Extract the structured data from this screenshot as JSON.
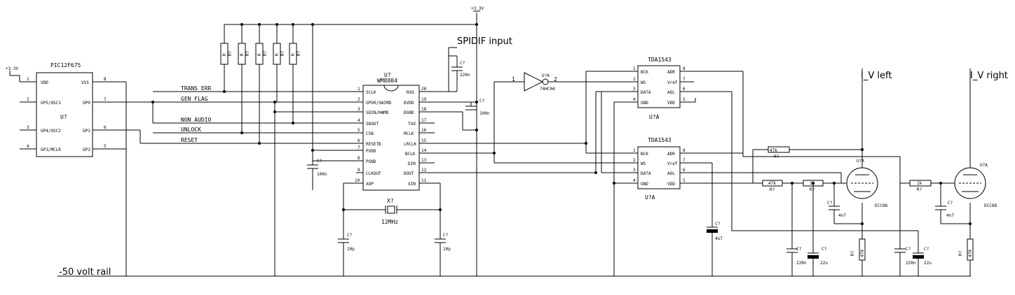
{
  "supply": {
    "vdd_label": "+3.3V",
    "rail_label": "-50 volt rail"
  },
  "pic": {
    "part": "PIC12F675",
    "ref": "U?",
    "left_pins": [
      {
        "num": "1",
        "name": "VDD"
      },
      {
        "num": "2",
        "name": "GP5/OSC1"
      },
      {
        "num": "3",
        "name": "GP4/OSC2"
      },
      {
        "num": "4",
        "name": "GP3/MCLR"
      }
    ],
    "right_pins": [
      {
        "num": "8",
        "name": "VSS"
      },
      {
        "num": "7",
        "name": "GP0"
      },
      {
        "num": "6",
        "name": "GP1"
      },
      {
        "num": "5",
        "name": "GP2"
      }
    ]
  },
  "nets": [
    "TRANS_ERR",
    "GEN_FLAG",
    "NON_AUDIO",
    "UNLOCK",
    "RESET"
  ],
  "pullups": [
    {
      "ref": "R?",
      "value": "R"
    },
    {
      "ref": "R?",
      "value": "R"
    },
    {
      "ref": "R?",
      "value": "R"
    },
    {
      "ref": "R?",
      "value": "R"
    },
    {
      "ref": "R?",
      "value": "R"
    }
  ],
  "receiver": {
    "part": "WM8804",
    "ref": "U?",
    "left_pins": [
      {
        "num": "1",
        "name": "SCLK"
      },
      {
        "num": "2",
        "name": "GPO0/SWIMD"
      },
      {
        "num": "3",
        "name": "SDIN/HWMD"
      },
      {
        "num": "4",
        "name": "SDOUT"
      },
      {
        "num": "5",
        "name": "CSB"
      },
      {
        "num": "6",
        "name": "RESETB"
      },
      {
        "num": "7",
        "name": "PVDD"
      },
      {
        "num": "8",
        "name": "PGND"
      },
      {
        "num": "9",
        "name": "CLKOUT"
      },
      {
        "num": "10",
        "name": "XOP"
      }
    ],
    "right_pins": [
      {
        "num": "20",
        "name": "RXO"
      },
      {
        "num": "19",
        "name": "DVDD"
      },
      {
        "num": "18",
        "name": "DGND"
      },
      {
        "num": "17",
        "name": "TXO"
      },
      {
        "num": "16",
        "name": "MCLK"
      },
      {
        "num": "15",
        "name": "LRCLK"
      },
      {
        "num": "14",
        "name": "BCLK"
      },
      {
        "num": "13",
        "name": "DIN"
      },
      {
        "num": "12",
        "name": "DOUT"
      },
      {
        "num": "11",
        "name": "XIN"
      }
    ]
  },
  "spdif_label": "SPIDIF input",
  "caps": {
    "c_in": {
      "ref": "C?",
      "value": "220n"
    },
    "c_dvdd": {
      "ref": "C?",
      "value": "100n"
    },
    "c_pvdd": {
      "ref": "C?",
      "value": "100n"
    },
    "c_x1": {
      "ref": "C?",
      "value": "10p"
    },
    "c_x2": {
      "ref": "C?",
      "value": "10p"
    },
    "c_vref": {
      "ref": "C?",
      "value": "4u7"
    },
    "c_l1": {
      "ref": "C?",
      "value": "4n7"
    },
    "c_l2": {
      "ref": "C?",
      "value": "220n"
    },
    "c_l3": {
      "ref": "C?",
      "value": "22u"
    },
    "c_r1": {
      "ref": "C?",
      "value": "4n7"
    },
    "c_r2": {
      "ref": "C?",
      "value": "220n"
    },
    "c_r3": {
      "ref": "C?",
      "value": "22u"
    }
  },
  "crystal": {
    "ref": "X?",
    "value": "12MHz"
  },
  "inverter": {
    "ref": "U?A",
    "part": "74HC04",
    "pin_in": "1",
    "pin_out": "2"
  },
  "dacs": [
    {
      "part": "TDA1543",
      "ref": "U?A",
      "left_pins": [
        {
          "num": "1",
          "name": "BCK"
        },
        {
          "num": "2",
          "name": "WS"
        },
        {
          "num": "3",
          "name": "DATA"
        },
        {
          "num": "4",
          "name": "GND"
        }
      ],
      "right_pins": [
        {
          "num": "8",
          "name": "ADR"
        },
        {
          "num": "7",
          "name": "Vref"
        },
        {
          "num": "6",
          "name": "AOL"
        },
        {
          "num": "5",
          "name": "VDD"
        }
      ]
    },
    {
      "part": "TDA1543",
      "ref": "U?A",
      "left_pins": [
        {
          "num": "1",
          "name": "BCK"
        },
        {
          "num": "2",
          "name": "WS"
        },
        {
          "num": "3",
          "name": "DATA"
        },
        {
          "num": "4",
          "name": "GND"
        }
      ],
      "right_pins": [
        {
          "num": "8",
          "name": "ADR"
        },
        {
          "num": "7",
          "name": "Vref"
        },
        {
          "num": "6",
          "name": "AOL"
        },
        {
          "num": "5",
          "name": "VDD"
        }
      ]
    }
  ],
  "outputs": {
    "left": "I_V left",
    "right": "I_V right"
  },
  "resistors": {
    "r_fb_l": {
      "ref": "R?",
      "value": "47k"
    },
    "r_in_l": {
      "ref": "R?",
      "value": "47k"
    },
    "r_g_l": {
      "ref": "R?",
      "value": "1k"
    },
    "r_k_l": {
      "ref": "R?",
      "value": "470"
    },
    "r_g_r": {
      "ref": "R?",
      "value": "1k"
    },
    "r_k_r": {
      "ref": "R?",
      "value": "470"
    }
  },
  "tubes": [
    {
      "ref": "U?A",
      "part": "ECC88"
    },
    {
      "ref": "U?A",
      "part": "ECC88"
    }
  ]
}
